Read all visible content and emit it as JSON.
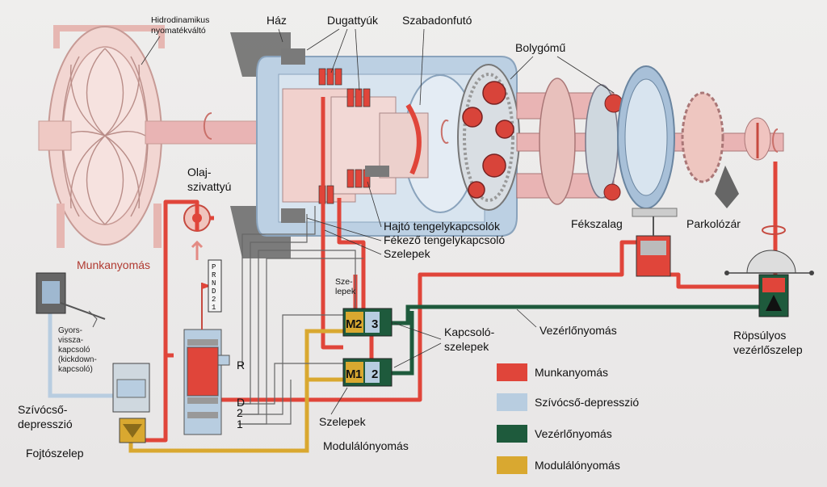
{
  "labels": {
    "converter": [
      "Hidrodinamikus",
      "nyomatékváltó"
    ],
    "hazat": "Ház",
    "pistons": "Dugattyúk",
    "freewheel": "Szabadonfutó",
    "planetary": "Bolygómű",
    "pump": [
      "Olaj-",
      "szivattyú"
    ],
    "drive_clutches": "Hajtó tengelykapcsolók",
    "brake_clutch": "Fékező tengelykapcsoló",
    "valves_top": "Szelepek",
    "brake_band": "Fékszalag",
    "parking_lock": "Parkolózár",
    "work_pressure": "Munkanyomás",
    "valves_small": [
      "Sze-",
      "lepek"
    ],
    "kickdown": [
      "Gyors-",
      "vissza-",
      "kapcsoló",
      "(kickdown-",
      "kapcsoló)"
    ],
    "vacuum": [
      "Szívócső-",
      "depresszió"
    ],
    "throttle_valve": "Fojtószelep",
    "clutch_valves": [
      "Kapcsoló-",
      "szelepek"
    ],
    "control_pressure": "Vezérlőnyomás",
    "governor": [
      "Röpsúlyos",
      "vezérlőszelep"
    ],
    "valves_bottom": "Szelepek",
    "modulating_pressure": "Modulálónyomás",
    "selector_positions": [
      "P",
      "R",
      "N",
      "D",
      "2",
      "1"
    ],
    "selector_ports": [
      "R",
      "D",
      "2",
      "1"
    ],
    "shift_valve_23": [
      "M",
      "2",
      "3"
    ],
    "shift_valve_12": [
      "M",
      "1",
      "2"
    ]
  },
  "legend": [
    {
      "label": "Munkanyomás",
      "color": "#e0453a"
    },
    {
      "label": "Szívócső-depresszió",
      "color": "#b8cde0"
    },
    {
      "label": "Vezérlőnyomás",
      "color": "#1e5a3c"
    },
    {
      "label": "Modulálónyomás",
      "color": "#d9a830"
    }
  ],
  "colors": {
    "work": "#e0453a",
    "vacuum": "#b8cde0",
    "control": "#1e5a3c",
    "modulating": "#d9a830",
    "housing": "#a8c0d8",
    "shaft": "#e9b4b4"
  }
}
